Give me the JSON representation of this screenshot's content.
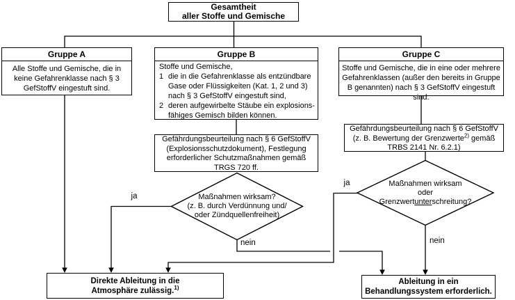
{
  "page": {
    "background": "#ffffff",
    "line_color": "#000000"
  },
  "top_box": {
    "line1": "Gesamtheit",
    "line2": "aller Stoffe und Gemische"
  },
  "group_a": {
    "title": "Gruppe A",
    "body": "Alle Stoffe und Gemische, die in keine Gefahrenklasse nach § 3 GefStoffV eingestuft sind."
  },
  "group_b": {
    "title": "Gruppe B",
    "intro": "Stoffe und Gemische,",
    "items": [
      {
        "num": "1",
        "text": "die in die Gefahrenklasse als entzündbare Gase oder Flüssigkeiten (Kat. 1, 2 und 3) nach § 3 GefStoffV eingestuft sind,"
      },
      {
        "num": "2",
        "text": "deren aufgewirbelte Stäube ein explosions-fähiges Gemisch bilden können."
      }
    ]
  },
  "group_c": {
    "title": "Gruppe C",
    "body": "Stoffe und Gemische, die in eine oder mehrere Gefahrenklassen (außer den bereits in Gruppe B genannten) nach § 3 GefStoffV eingestuft sind."
  },
  "assess_b": {
    "text": "Gefährdungsbeurteilung nach § 6 GefStoffV (Explosionsschutzdokument), Festlegung erforderlicher Schutzmaßnahmen gemäß TRGS 720 ff."
  },
  "assess_c": {
    "line1": "Gefährdungsbeurteilung nach § 6 GefStoffV",
    "line2_pre": "(z. B. Bewertung der Grenzwerte",
    "line2_sup": "2)",
    "line2_post": " gemäß",
    "line3": "TRBS 2141 Nr. 6.2.1)"
  },
  "decision_b": {
    "line1": "Maßnahmen wirksam?",
    "line2": "(z. B. durch Verdünnung und/",
    "line3": "oder Zündquellenfreiheit)"
  },
  "decision_c": {
    "line1": "Maßnahmen wirksam",
    "line2": "oder",
    "line3_pre": "Grenzwert",
    "line3_mid": "unter",
    "line3_post": "schreitung?"
  },
  "edge_labels": {
    "b_yes": "ja",
    "b_no": "nein",
    "c_yes": "ja",
    "c_no": "nein"
  },
  "outcome_left": {
    "line1": "Direkte Ableitung in die",
    "line2_pre": "Atmosphäre zulässig.",
    "line2_sup": "1)"
  },
  "outcome_right": {
    "line1": "Ableitung in ein",
    "line2": "Behandlungssystem erforderlich."
  }
}
